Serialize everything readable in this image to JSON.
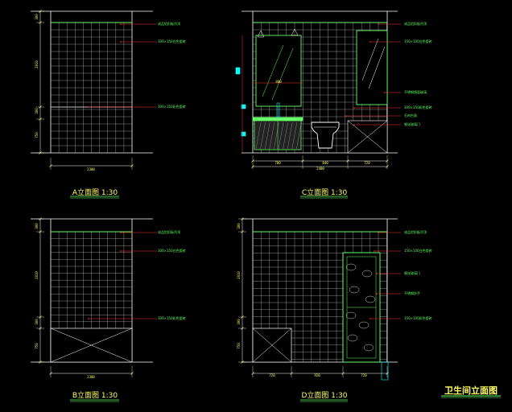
{
  "title": "卫生间立面图",
  "views": [
    {
      "id": "A",
      "title": "A立面图 1:30",
      "dims_h": [
        "2300"
      ],
      "dims_v": [
        "300",
        "2010",
        "300",
        "750"
      ],
      "annotations": [
        "成品铝扣板吊顶",
        "300×150白色瓷砖",
        "300×150彩色瓷砖"
      ]
    },
    {
      "id": "C",
      "title": "C立面图 1:30",
      "dims_h": [
        "700",
        "840",
        "720",
        "2400"
      ],
      "dims_v": [],
      "annotations": [
        "成品铝扣板吊顶",
        "150×100白色瓷砖",
        "不锈钢镜面玻璃",
        "300×150彩色瓷砖",
        "石材台面",
        "钢化玻璃门"
      ],
      "inner_dim": "800"
    },
    {
      "id": "B",
      "title": "B立面图 1:30",
      "dims_h": [
        "2300"
      ],
      "dims_v": [
        "300",
        "2010",
        "300",
        "750"
      ],
      "annotations": [
        "成品铝扣板吊顶",
        "300×150白色瓷砖",
        "300×150彩色瓷砖"
      ]
    },
    {
      "id": "D",
      "title": "D立面图 1:30",
      "dims_h": [
        "720",
        "920",
        "720"
      ],
      "dims_v": [
        "300",
        "2010",
        "300",
        "750"
      ],
      "annotations": [
        "成品铝扣板吊顶",
        "150×100白色瓷砖",
        "钢化玻璃门",
        "不锈钢扶手",
        "150×100彩色瓷砖"
      ]
    }
  ],
  "colors": {
    "background": "#000000",
    "wall": "#ffffff",
    "grid": "#c8c8c8",
    "leader": "#ff3333",
    "text": "#66ff66",
    "dim": "#ffff66",
    "fixture": "#66ff66",
    "accent": "#00ffff"
  }
}
